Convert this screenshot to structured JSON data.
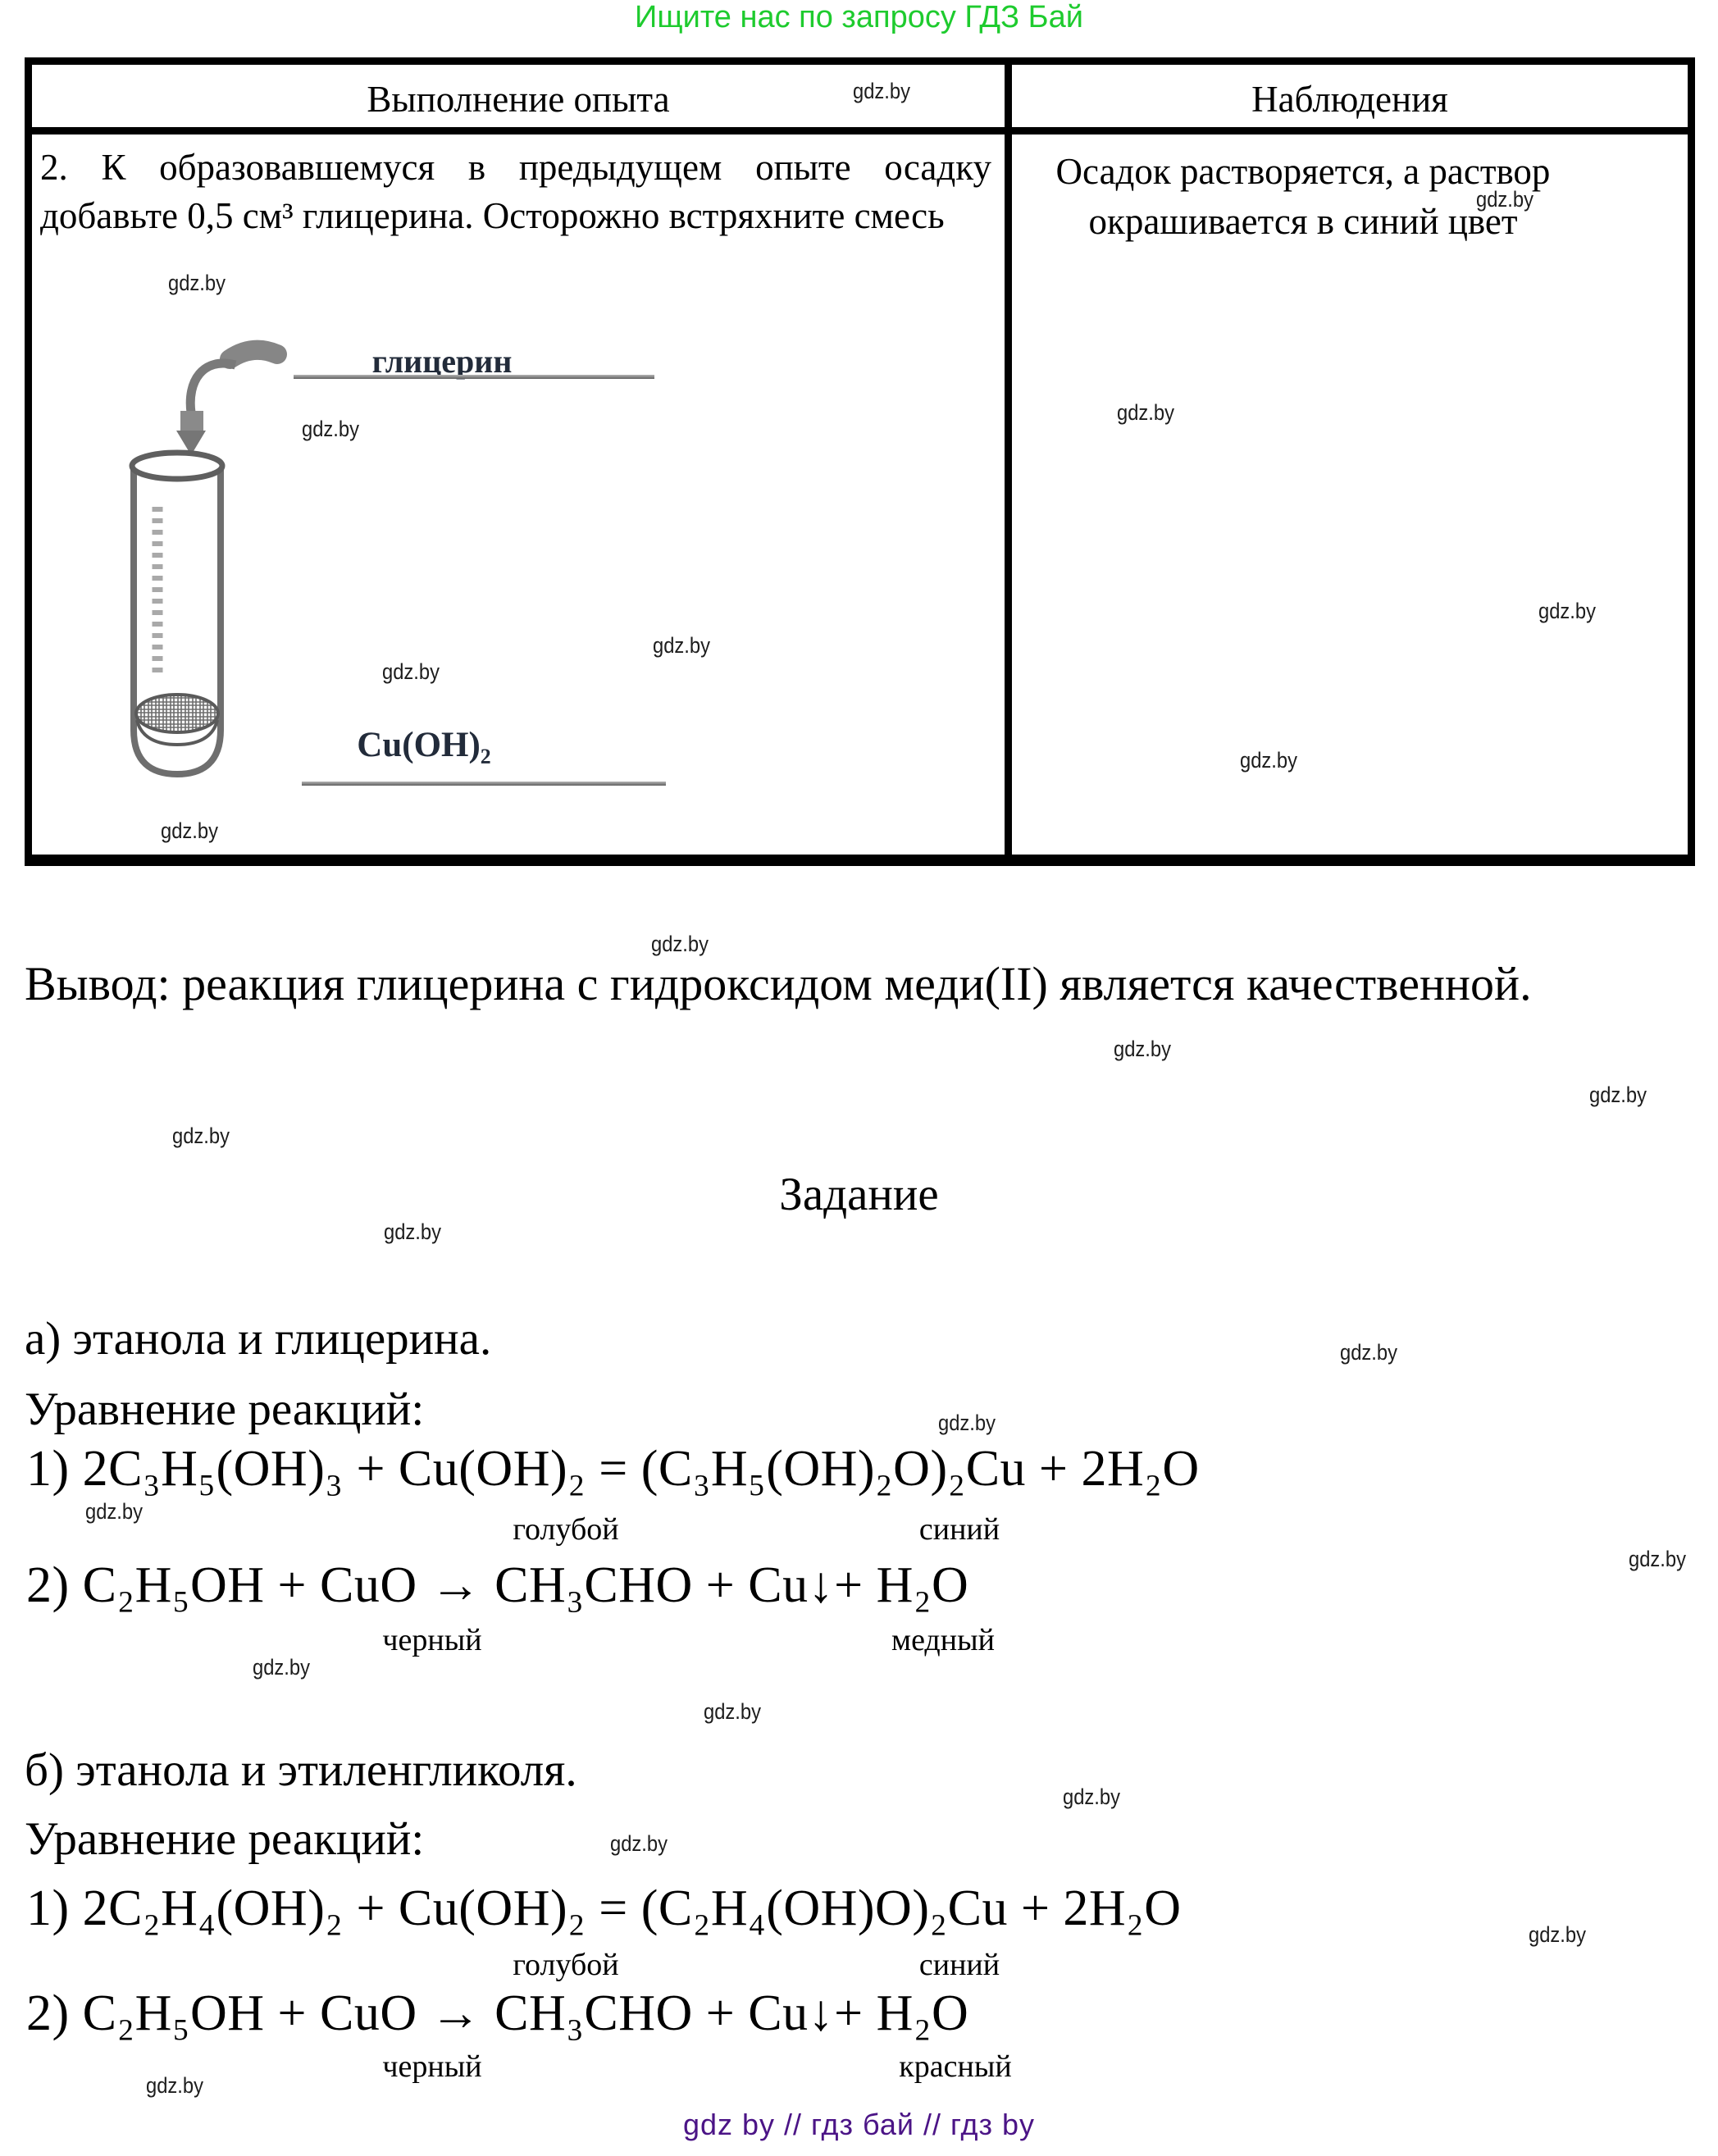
{
  "page": {
    "promo": "Ищите нас по запросу ГДЗ Бай",
    "watermark": "gdz.by",
    "footer": "gdz by  //  гдз бай  //  гдз by"
  },
  "colors": {
    "promo_green": "#1ecb2e",
    "footer_purple": "#4b1486",
    "diagram_label_ink": "#222b3a"
  },
  "table": {
    "col1_header": "Выполнение опыта",
    "col2_header": "Наблюдения",
    "experiment": {
      "instruction": "2. К образовавшемуся в предыдущем опыте осадку добавьте 0,5 см³ глицерина. Осторожно встряхните смесь",
      "diagram": {
        "top_label": "глицерин",
        "bottom_label": "Cu(OH)₂"
      }
    },
    "observation": "Осадок растворяется, а раствор окрашивается в синий цвет"
  },
  "conclusion": "Вывод: реакция глицерина с гидроксидом меди(II) является качественной.",
  "task": {
    "heading": "Задание",
    "sections": [
      {
        "label": "а) этанола и глицерина.",
        "subheading": "Уравнение реакций:",
        "equations": [
          {
            "formula": "1) 2C₃H₅(OH)₃ + Cu(OH)₂ = (C₃H₅(OH)₂O)₂Cu + 2H₂O",
            "reagent_note": "голубой",
            "product_note": "синий"
          },
          {
            "formula": "2) C₂H₅OH + CuO → CH₃CHO + Cu↓+ H₂O",
            "reagent_note": "черный",
            "product_note": "медный"
          }
        ]
      },
      {
        "label": "б) этанола и этиленгликоля.",
        "subheading": "Уравнение реакций:",
        "equations": [
          {
            "formula": "1) 2C₂H₄(OH)₂ + Cu(OH)₂ = (C₂H₄(OH)O)₂Cu + 2H₂O",
            "reagent_note": "голубой",
            "product_note": "синий"
          },
          {
            "formula": "2) C₂H₅OH + CuO → CH₃CHO + Cu↓+ H₂O",
            "reagent_note": "черный",
            "product_note": "красный"
          }
        ]
      }
    ]
  }
}
